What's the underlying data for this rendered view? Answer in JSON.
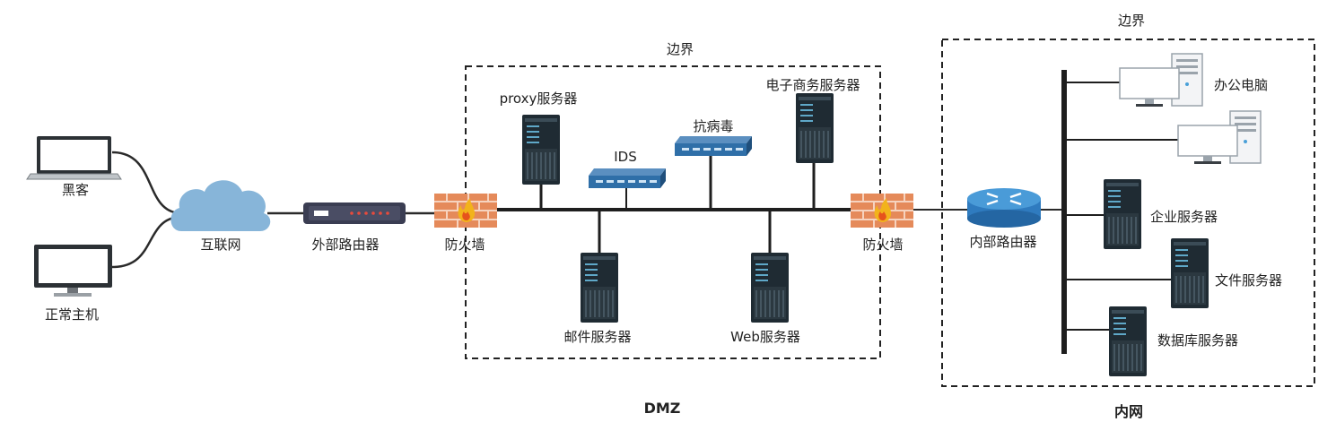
{
  "diagram": {
    "zones": {
      "dmz_boundary_label": "边界",
      "dmz_label": "DMZ",
      "intranet_boundary_label": "边界",
      "intranet_label": "内网"
    },
    "external": {
      "hacker": "黑客",
      "normal_host": "正常主机",
      "internet": "互联网",
      "external_router": "外部路由器",
      "firewall_outer": "防火墙"
    },
    "dmz": {
      "proxy_server": "proxy服务器",
      "ids": "IDS",
      "antivirus": "抗病毒",
      "ecommerce_server": "电子商务服务器",
      "mail_server": "邮件服务器",
      "web_server": "Web服务器"
    },
    "intranet": {
      "firewall_inner": "防火墙",
      "internal_router": "内部路由器",
      "office_pc": "办公电脑",
      "enterprise_server": "企业服务器",
      "file_server": "文件服务器",
      "database_server": "数据库服务器"
    }
  }
}
